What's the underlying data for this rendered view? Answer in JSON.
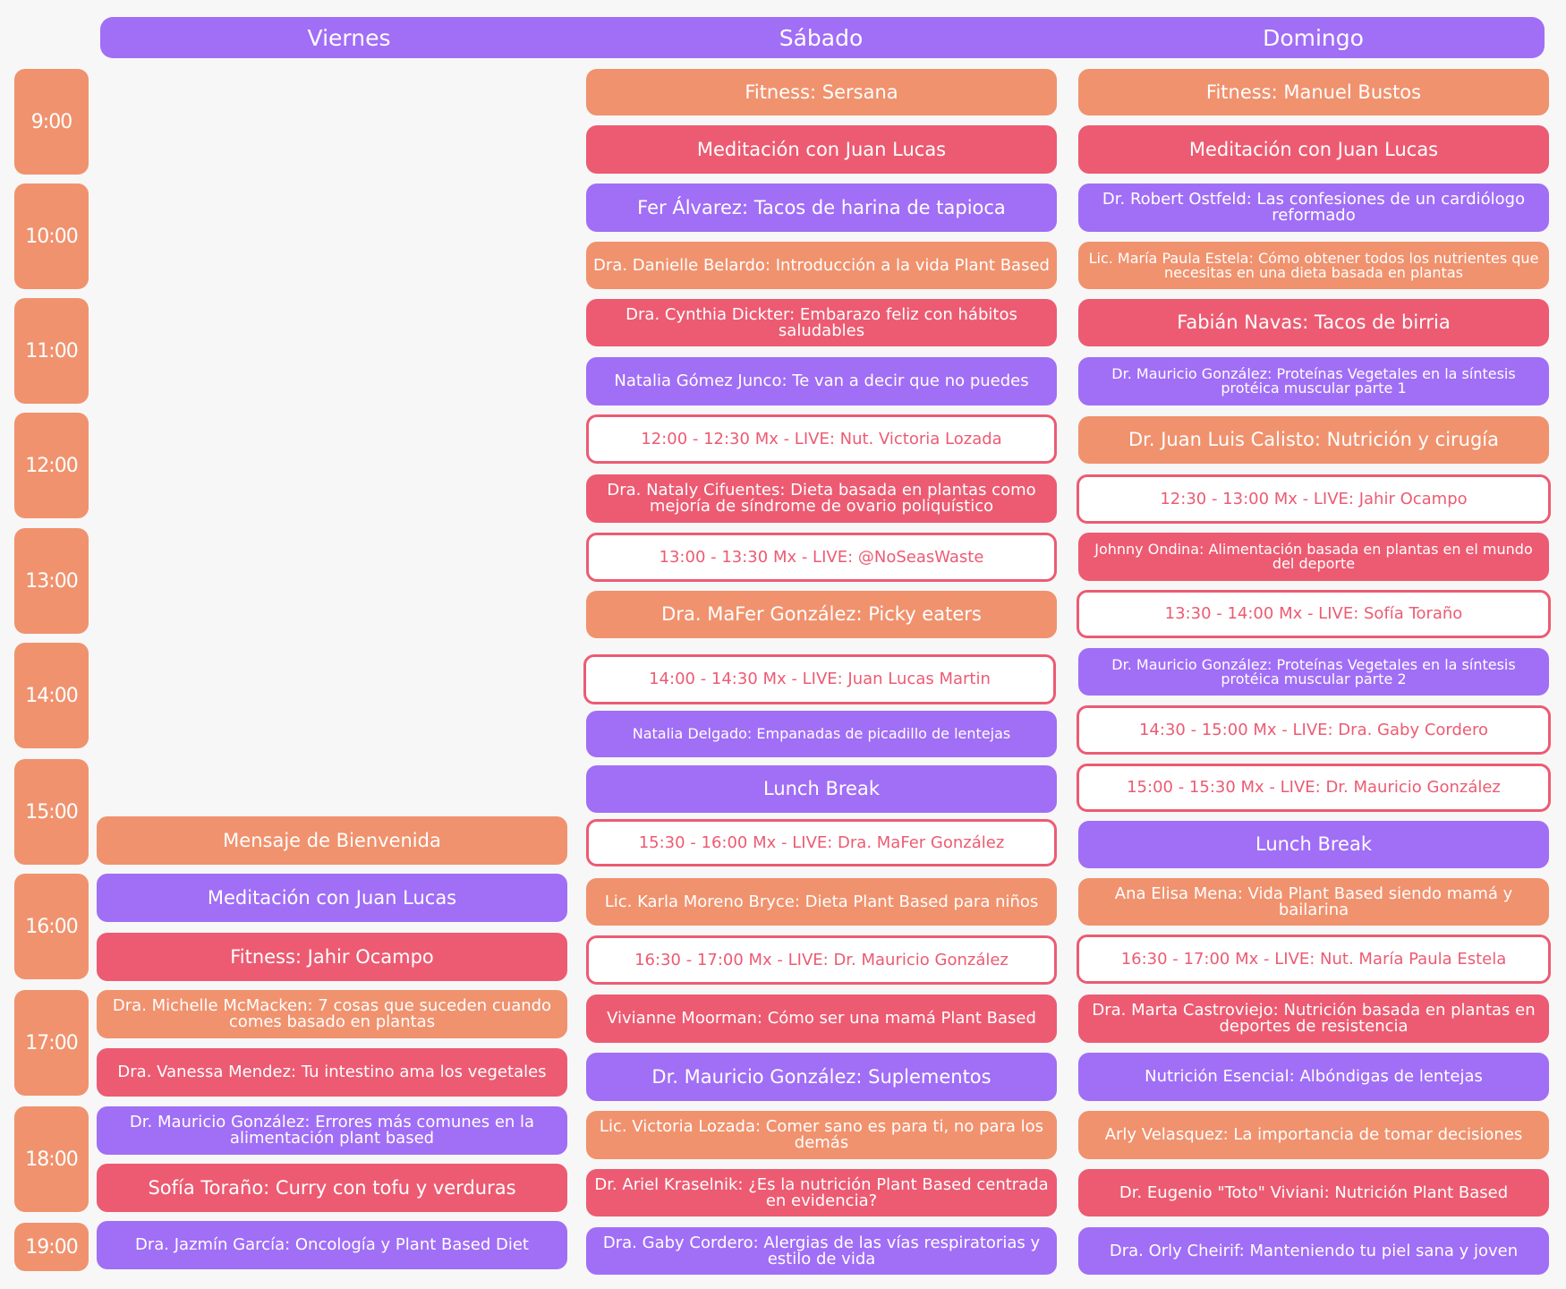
{
  "days": [
    "Viernes",
    "Sábado",
    "Domingo"
  ],
  "hours": [
    "9:00",
    "10:00",
    "11:00",
    "12:00",
    "13:00",
    "14:00",
    "15:00",
    "16:00",
    "17:00",
    "18:00",
    "19:00"
  ],
  "colors": {
    "orange": "#f0926e",
    "red": "#ec5b72",
    "purple": "#a16ef6",
    "live_border": "#ec5b72",
    "background": "#f7f7f7"
  },
  "viernes": [
    {
      "title": "Mensaje de Bienvenida",
      "style": "orange"
    },
    {
      "title": "Meditación con Juan Lucas",
      "style": "purple"
    },
    {
      "title": "Fitness: Jahir Ocampo",
      "style": "red"
    },
    {
      "title": "Dra. Michelle McMacken: 7 cosas que suceden cuando comes basado en plantas",
      "style": "orange"
    },
    {
      "title": "Dra. Vanessa Mendez: Tu intestino ama los vegetales",
      "style": "red"
    },
    {
      "title": "Dr. Mauricio González: Errores más comunes en la alimentación plant based",
      "style": "purple"
    },
    {
      "title": "Sofía Toraño: Curry con tofu y verduras",
      "style": "red"
    },
    {
      "title": "Dra. Jazmín García: Oncología y Plant Based Diet",
      "style": "purple"
    }
  ],
  "sabado": [
    {
      "title": "Fitness: Sersana",
      "style": "orange"
    },
    {
      "title": "Meditación con Juan Lucas",
      "style": "red"
    },
    {
      "title": "Fer Álvarez: Tacos de harina de tapioca",
      "style": "purple"
    },
    {
      "title": "Dra. Danielle Belardo: Introducción a la vida Plant Based",
      "style": "orange"
    },
    {
      "title": "Dra. Cynthia Dickter: Embarazo feliz con hábitos saludables",
      "style": "red"
    },
    {
      "title": "Natalia Gómez Junco: Te van a decir que no puedes",
      "style": "purple"
    },
    {
      "title": "12:00 - 12:30 Mx - LIVE: Nut. Victoria Lozada",
      "style": "live"
    },
    {
      "title": "Dra. Nataly Cifuentes: Dieta basada en plantas como mejoría de síndrome de ovario poliquístico",
      "style": "red"
    },
    {
      "title": "13:00 - 13:30 Mx - LIVE: @NoSeasWaste",
      "style": "live"
    },
    {
      "title": "Dra. MaFer González: Picky eaters",
      "style": "orange"
    },
    {
      "title": "14:00 - 14:30 Mx - LIVE: Juan Lucas Martin",
      "style": "live"
    },
    {
      "title": "Natalia Delgado: Empanadas de picadillo de lentejas",
      "style": "purple"
    },
    {
      "title": "Lunch Break",
      "style": "purple"
    },
    {
      "title": "15:30 - 16:00 Mx - LIVE: Dra. MaFer González",
      "style": "live"
    },
    {
      "title": "Lic. Karla Moreno Bryce: Dieta Plant Based para niños",
      "style": "orange"
    },
    {
      "title": "16:30 - 17:00 Mx - LIVE: Dr. Mauricio González",
      "style": "live"
    },
    {
      "title": "Vivianne Moorman: Cómo ser una mamá Plant Based",
      "style": "red"
    },
    {
      "title": "Dr. Mauricio González: Suplementos",
      "style": "purple"
    },
    {
      "title": "Lic. Victoria Lozada: Comer sano es para ti, no para los demás",
      "style": "orange"
    },
    {
      "title": "Dr. Ariel Kraselnik: ¿Es la nutrición Plant Based centrada en evidencia?",
      "style": "red"
    },
    {
      "title": "Dra. Gaby Cordero: Alergias de las vías respiratorias y estilo de vida",
      "style": "purple"
    }
  ],
  "domingo": [
    {
      "title": "Fitness: Manuel Bustos",
      "style": "orange"
    },
    {
      "title": "Meditación con Juan Lucas",
      "style": "red"
    },
    {
      "title": "Dr. Robert Ostfeld: Las confesiones de un cardiólogo reformado",
      "style": "purple"
    },
    {
      "title": "Lic. María Paula Estela: Cómo obtener todos los nutrientes que necesitas en una dieta basada en plantas",
      "style": "orange"
    },
    {
      "title": "Fabián Navas: Tacos de birria",
      "style": "red"
    },
    {
      "title": "Dr. Mauricio González: Proteínas Vegetales en la síntesis protéica muscular parte 1",
      "style": "purple"
    },
    {
      "title": "Dr. Juan Luis Calisto: Nutrición y cirugía",
      "style": "orange"
    },
    {
      "title": "12:30 - 13:00 Mx - LIVE: Jahir Ocampo",
      "style": "live"
    },
    {
      "title": "Johnny Ondina: Alimentación basada en plantas en el mundo del deporte",
      "style": "red"
    },
    {
      "title": "13:30 - 14:00 Mx - LIVE: Sofía Toraño",
      "style": "live"
    },
    {
      "title": "Dr. Mauricio González: Proteínas Vegetales en la síntesis protéica muscular parte 2",
      "style": "purple"
    },
    {
      "title": "14:30 - 15:00 Mx - LIVE: Dra. Gaby Cordero",
      "style": "live"
    },
    {
      "title": "15:00 - 15:30 Mx - LIVE: Dr. Mauricio González",
      "style": "live"
    },
    {
      "title": "Lunch Break",
      "style": "purple"
    },
    {
      "title": "Ana Elisa Mena: Vida Plant Based siendo mamá y bailarina",
      "style": "orange"
    },
    {
      "title": "16:30 - 17:00 Mx - LIVE: Nut. María Paula Estela",
      "style": "live"
    },
    {
      "title": "Dra. Marta Castroviejo: Nutrición basada en plantas en deportes de resistencia",
      "style": "red"
    },
    {
      "title": "Nutrición Esencial: Albóndigas de lentejas",
      "style": "purple"
    },
    {
      "title": "Arly Velasquez:  La importancia de tomar decisiones",
      "style": "orange"
    },
    {
      "title": "Dr. Eugenio \"Toto\" Viviani: Nutrición Plant Based",
      "style": "red"
    },
    {
      "title": "Dra. Orly Cheirif: Manteniendo tu piel sana y joven",
      "style": "purple"
    }
  ]
}
